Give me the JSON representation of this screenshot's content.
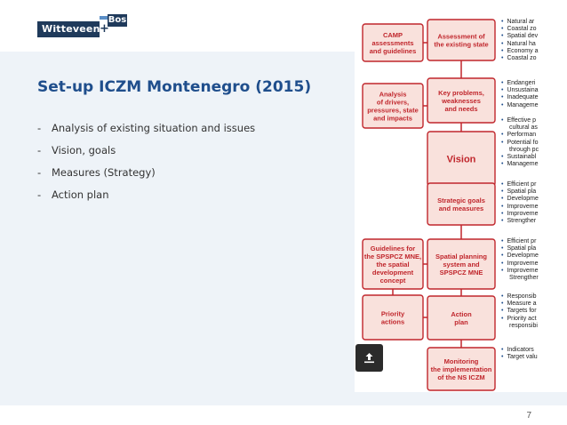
{
  "logo": {
    "main": "Witteveen",
    "plus": "+",
    "bos": "Bos"
  },
  "slide": {
    "title": "Set-up ICZM Montenegro (2015)",
    "bullets": [
      "Analysis of existing situation and issues",
      "Vision, goals",
      "Measures (Strategy)",
      "Action plan"
    ],
    "page_number": "7"
  },
  "diagram": {
    "left_boxes": [
      {
        "lines": [
          "CAMP",
          "assessments",
          "and guidelines"
        ]
      },
      {
        "lines": [
          "Analysis",
          "of drivers,",
          "pressures, state",
          "and impacts"
        ]
      },
      {
        "lines": [
          "Guidelines for",
          "the SPSPCZ MNE,",
          "the spatial",
          "development",
          "concept"
        ]
      },
      {
        "lines": [
          "Priority",
          "actions"
        ]
      }
    ],
    "center_boxes": [
      {
        "lines": [
          "Assessment of",
          "the existing state"
        ]
      },
      {
        "lines": [
          "Key problems,",
          "weaknesses",
          "and needs"
        ]
      },
      {
        "lines": [
          "Vision"
        ]
      },
      {
        "lines": [
          "Strategic goals",
          "and measures"
        ]
      },
      {
        "lines": [
          "Spatial planning",
          "system and",
          "SPSPCZ MNE"
        ]
      },
      {
        "lines": [
          "Action",
          "plan"
        ]
      },
      {
        "lines": [
          "Monitoring",
          "the implementation",
          "of the NS ICZM"
        ]
      }
    ],
    "side_lists": [
      [
        "Natural ar",
        "Coastal zo",
        "Spatial dev",
        "Natural ha",
        "Economy a",
        "Coastal zo"
      ],
      [
        "Endangeri",
        "Unsustaina",
        "Inadequate",
        "Manageme"
      ],
      [
        "Effective p",
        "~cultural as",
        "Performan",
        "Potential fo",
        "~through pc",
        "Sustainabl",
        "Manageme"
      ],
      [
        "Efficient pr",
        "Spatial pla",
        "Developme",
        "Improveme",
        "Improveme",
        "Strengther"
      ],
      [
        "Efficient pr",
        "Spatial pla",
        "Developme",
        "Improveme",
        "Improveme",
        "~Strengther"
      ],
      [
        "Responsib",
        "Measure a",
        "Targets for",
        "Priority act",
        "~responsibi"
      ],
      [
        "Indicators",
        "Target valu"
      ]
    ]
  },
  "icons": {
    "upload": "upload-icon"
  },
  "colors": {
    "title": "#1f4e8c",
    "band": "#eef3f8",
    "diagram_red": "#c0262c",
    "diagram_fill": "#f9e1dc"
  }
}
